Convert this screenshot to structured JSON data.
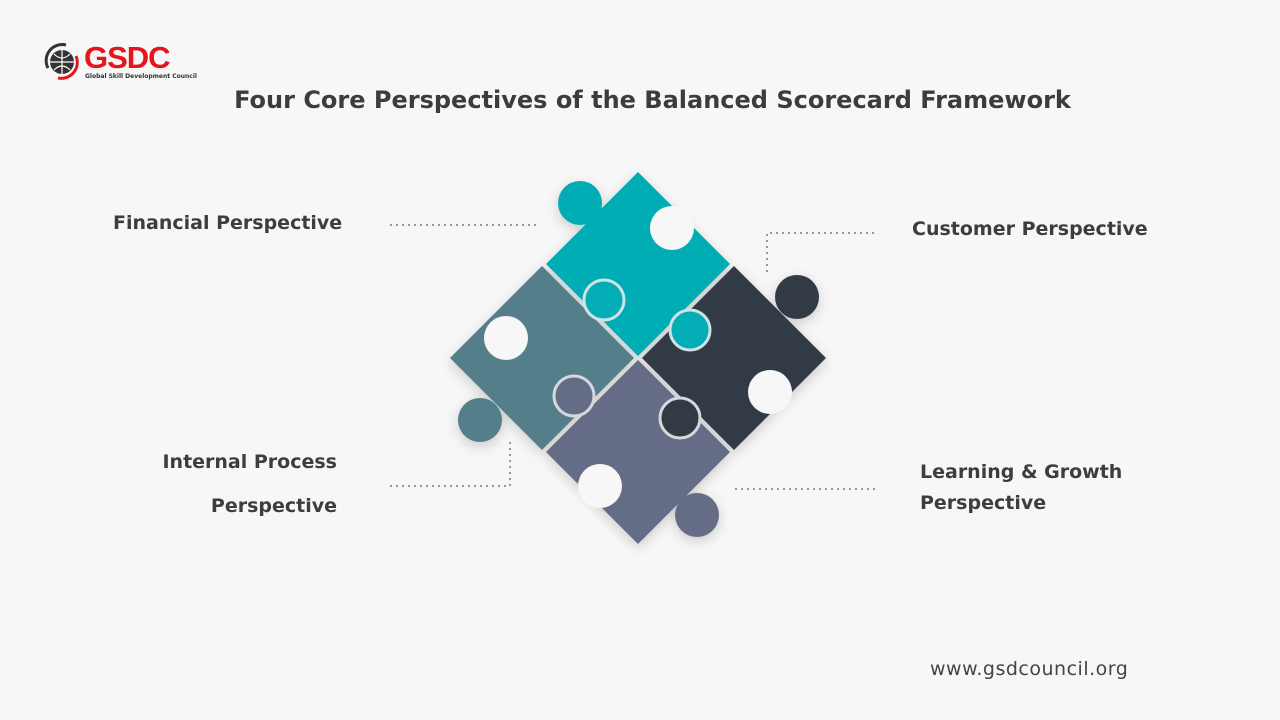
{
  "logo": {
    "name": "GSDC",
    "subtitle": "Global Skill Development Council"
  },
  "title": "Four Core Perspectives of the Balanced Scorecard Framework",
  "perspectives": [
    {
      "label": "Financial Perspective",
      "color": "#03adb5"
    },
    {
      "label": "Customer Perspective",
      "color": "#323a44"
    },
    {
      "label_line1": "Internal Process",
      "label_line2": "Perspective",
      "color": "#547e8b"
    },
    {
      "label_line1": "Learning & Growth",
      "label_line2": "Perspective",
      "color": "#656c85"
    }
  ],
  "footer": {
    "url": "www.gsdcouncil.org"
  }
}
